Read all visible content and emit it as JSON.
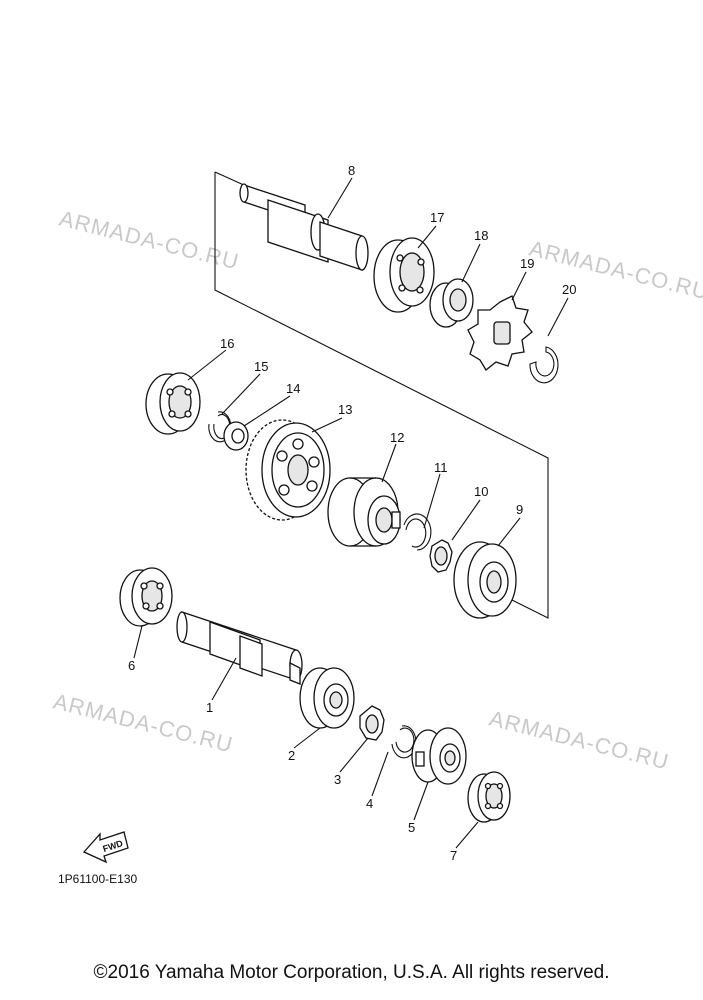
{
  "watermark": "ARMADA-CO.RU",
  "diagram_code": "1P61100-E130",
  "fwd_label": "FWD",
  "copyright": "©2016 Yamaha Motor Corporation, U.S.A. All rights reserved.",
  "callouts": [
    "1",
    "2",
    "3",
    "4",
    "5",
    "6",
    "7",
    "8",
    "9",
    "10",
    "11",
    "12",
    "13",
    "14",
    "15",
    "16",
    "17",
    "18",
    "19",
    "20"
  ]
}
